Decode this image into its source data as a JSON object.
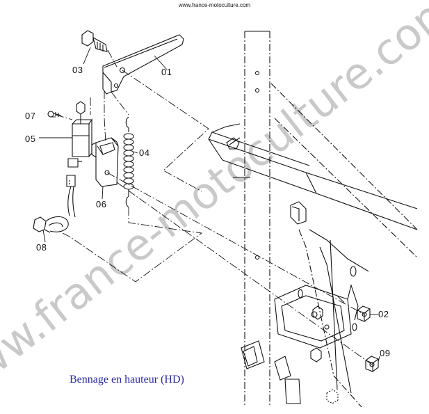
{
  "header": {
    "source_url": "www.france-motoculture.com"
  },
  "watermark": {
    "text": "www.france-motoculture.com",
    "color": "#c9c9c9"
  },
  "parts": [
    {
      "id": "part-01",
      "label": "01"
    },
    {
      "id": "part-02",
      "label": "02"
    },
    {
      "id": "part-03",
      "label": "03"
    },
    {
      "id": "part-04",
      "label": "04"
    },
    {
      "id": "part-05",
      "label": "05"
    },
    {
      "id": "part-06",
      "label": "06"
    },
    {
      "id": "part-07",
      "label": "07"
    },
    {
      "id": "part-08",
      "label": "08"
    },
    {
      "id": "part-09",
      "label": "09"
    }
  ],
  "caption": {
    "text": "Bennage en hauteur (HD)",
    "color": "#2a2aa8"
  }
}
